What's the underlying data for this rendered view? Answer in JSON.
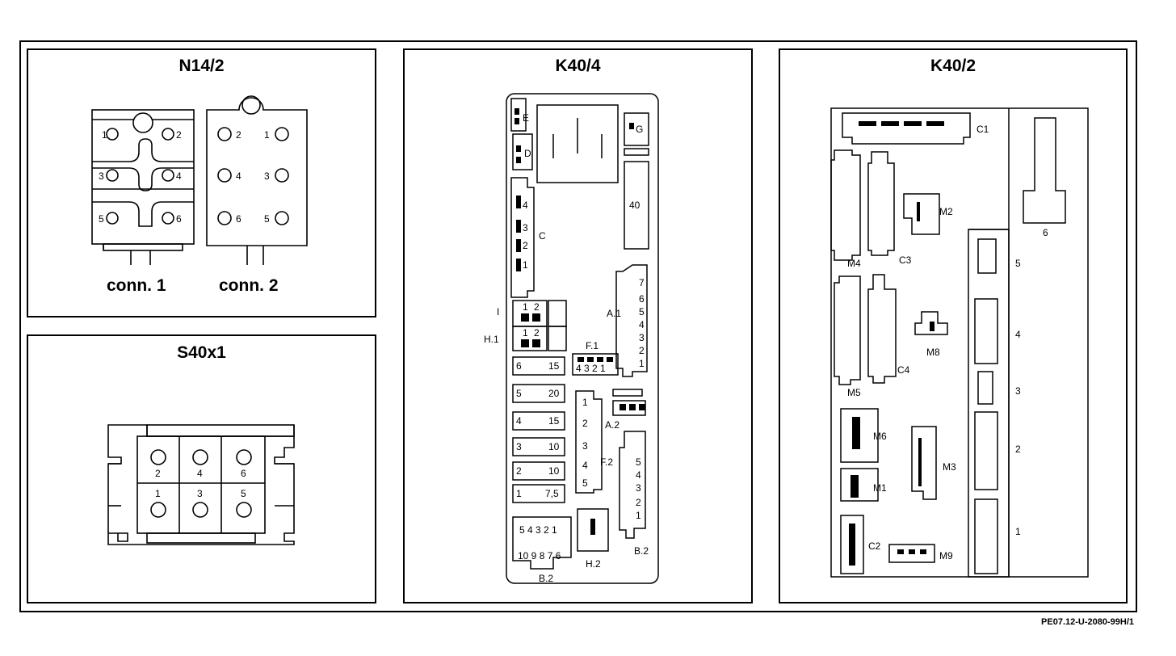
{
  "panels": {
    "n14_2": {
      "title": "N14/2",
      "conn1": "conn. 1",
      "conn2": "conn. 2",
      "conn1_pins": [
        "1",
        "2",
        "3",
        "4",
        "5",
        "6"
      ],
      "conn2_pins": [
        "2",
        "1",
        "4",
        "3",
        "6",
        "5"
      ]
    },
    "s40x1": {
      "title": "S40x1",
      "pins": [
        "2",
        "4",
        "6",
        "1",
        "3",
        "5"
      ]
    },
    "k40_4": {
      "title": "K40/4",
      "labels": {
        "E": "E",
        "D": "D",
        "G": "G",
        "C": "C",
        "num40": "40",
        "I": "I",
        "H1": "H.1",
        "A1": "A.1",
        "F1": "F.1",
        "A2": "A.2",
        "F2": "F.2",
        "B2a": "B.2",
        "B2b": "B.2",
        "H2": "H.2"
      },
      "c_pins": [
        "4",
        "3",
        "2",
        "1"
      ],
      "a1_pins": [
        "7",
        "6",
        "5",
        "4",
        "3",
        "2",
        "1"
      ],
      "f1_pins": "4 3 2 1",
      "fuses": [
        {
          "pos": "6",
          "amp": "15"
        },
        {
          "pos": "5",
          "amp": "20"
        },
        {
          "pos": "4",
          "amp": "15"
        },
        {
          "pos": "3",
          "amp": "10"
        },
        {
          "pos": "2",
          "amp": "10"
        },
        {
          "pos": "1",
          "amp": "7,5"
        }
      ],
      "f2_pins": [
        "1",
        "2",
        "3",
        "4",
        "5"
      ],
      "b2r_pins": [
        "5",
        "4",
        "3",
        "2",
        "1"
      ],
      "b2_top": "5 4 3 2 1",
      "b2_bot": "10 9 8 7 6",
      "small_pins": [
        "1",
        "2"
      ]
    },
    "k40_2": {
      "title": "K40/2",
      "labels": {
        "C1": "C1",
        "M2": "M2",
        "M4": "M4",
        "C3": "C3",
        "M8": "M8",
        "M5": "M5",
        "C4": "C4",
        "M6": "M6",
        "M3": "M3",
        "M1": "M1",
        "C2": "C2",
        "M9": "M9",
        "six": "6"
      },
      "side": [
        "5",
        "4",
        "3",
        "2",
        "1"
      ]
    }
  },
  "footer": "PE07.12-U-2080-99H/1"
}
